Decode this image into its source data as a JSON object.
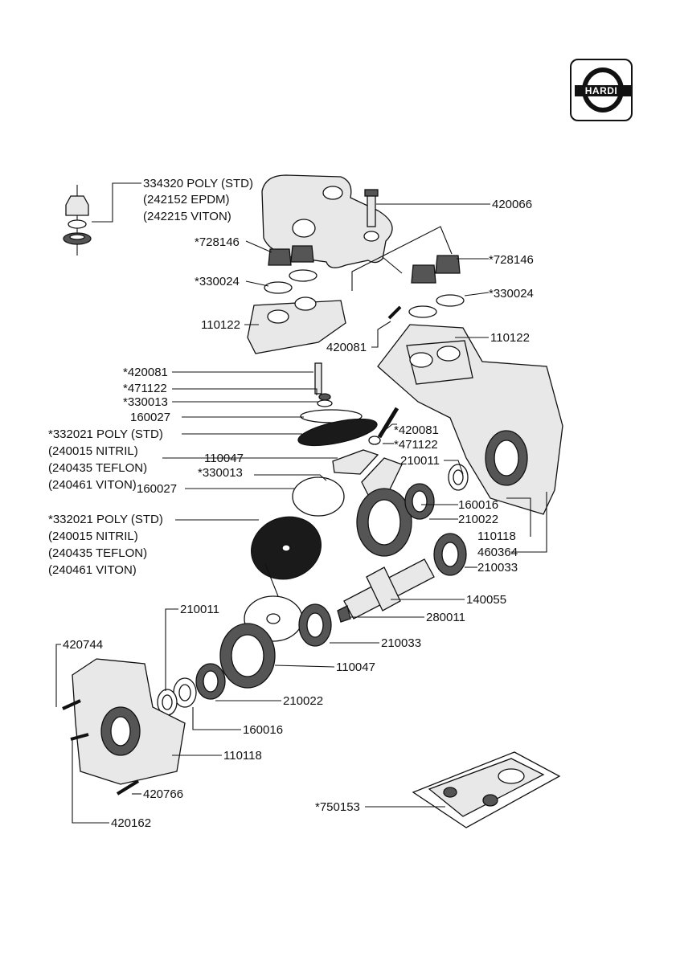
{
  "brand": {
    "logo_text": "HARDI"
  },
  "labels": {
    "l01": "334320 POLY (STD)",
    "l02": "(242152 EPDM)",
    "l03": "(242215 VITON)",
    "l04": "420066",
    "l05": "*728146",
    "l06": "*728146",
    "l07": "*330024",
    "l08": "*330024",
    "l09": "110122",
    "l10": "420081",
    "l11": "110122",
    "l12": "*420081",
    "l13": "*471122",
    "l14": "*330013",
    "l15": "160027",
    "l16": "*332021 POLY (STD)",
    "l17": "(240015 NITRIL)",
    "l18": "(240435 TEFLON)",
    "l19": "(240461 VITON)",
    "l20": "*420081",
    "l21": "*471122",
    "l22": "110047",
    "l23": "210011",
    "l24": "*330013",
    "l25": "160027",
    "l26": "160016",
    "l27": "210022",
    "l28": "*332021 POLY (STD)",
    "l29": "(240015 NITRIL)",
    "l30": "(240435 TEFLON)",
    "l31": "(240461 VITON)",
    "l32": "110118",
    "l33": "460364",
    "l34": "210033",
    "l35": "210011",
    "l36": "140055",
    "l37": "280011",
    "l38": "420744",
    "l39": "210033",
    "l40": "110047",
    "l41": "210022",
    "l42": "160016",
    "l43": "110118",
    "l44": "420766",
    "l45": "*750153",
    "l46": "420162"
  }
}
